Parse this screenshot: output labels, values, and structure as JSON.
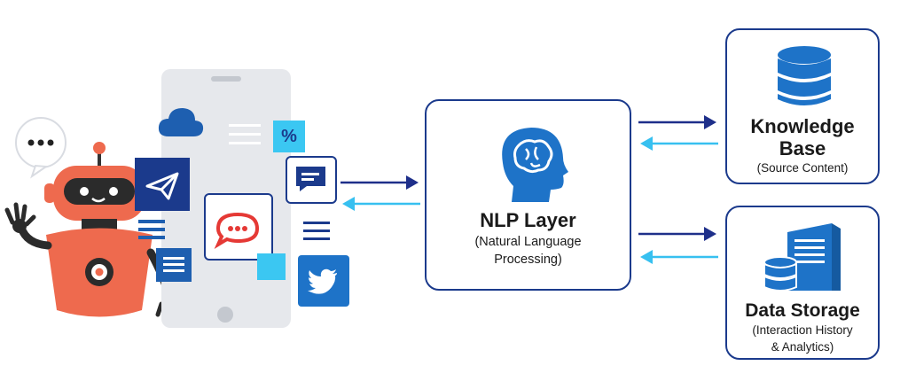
{
  "colors": {
    "dark_blue": "#1b3a8c",
    "arrow_dark": "#1e2f8a",
    "arrow_light": "#37c0f0",
    "robot_orange": "#ee6a4e",
    "phone_gray": "#e6e8ec"
  },
  "icons": [
    "cloud-icon",
    "percent-icon",
    "send-icon",
    "chat-icon",
    "message-bubble-icon",
    "list-icon",
    "twitter-icon",
    "brain-head-icon",
    "database-icon",
    "server-icon",
    "ellipsis-speech-icon"
  ],
  "phone": {
    "percent_symbol": "%"
  },
  "robot": {
    "speech": "•••"
  },
  "nlp": {
    "title": "NLP Layer",
    "subtitle_line1": "(Natural Language",
    "subtitle_line2": "Processing)"
  },
  "knowledge": {
    "title_line1": "Knowledge",
    "title_line2": "Base",
    "subtitle": "(Source Content)"
  },
  "storage": {
    "title": "Data Storage",
    "subtitle_line1": "(Interaction History",
    "subtitle_line2": "& Analytics)"
  }
}
